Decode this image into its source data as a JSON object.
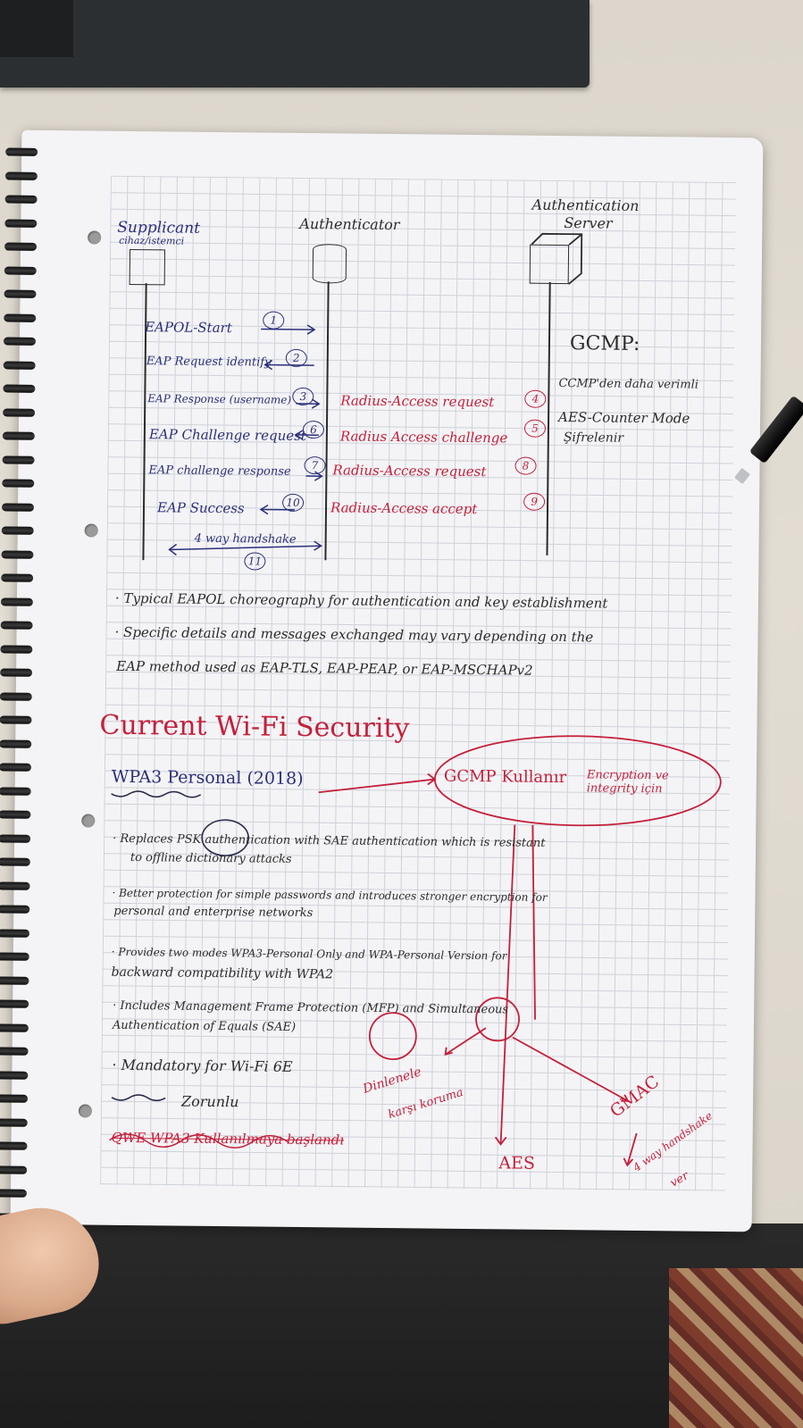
{
  "diagram": {
    "participants": {
      "supplicant": "Supplicant",
      "supplicant_sub": "cihaz/istemci",
      "authenticator": "Authenticator",
      "server_line1": "Authentication",
      "server_line2": "Server"
    },
    "steps_left": [
      "EAPOL-Start",
      "EAP Request identify",
      "EAP Response (username)",
      "EAP Challenge request",
      "EAP challenge response",
      "EAP Success"
    ],
    "steps_right": [
      "Radius-Access request",
      "Radius Access challenge",
      "Radius-Access request",
      "Radius-Access accept"
    ],
    "step_numbers": [
      "1",
      "2",
      "3",
      "4",
      "5",
      "6",
      "7",
      "8",
      "9",
      "10",
      "11"
    ],
    "handshake": "4 way handshake"
  },
  "gcmp": {
    "title": "GCMP:",
    "line1": "CCMP'den daha verimli",
    "line2": "AES-Counter Mode",
    "line3": "Şifrelenir"
  },
  "notes": {
    "bullet1": "· Typical EAPOL choreography for authentication and key establishment",
    "bullet2": "· Specific details and messages exchanged may vary depending on the",
    "bullet3": "EAP method used as EAP-TLS, EAP-PEAP, or EAP-MSCHAPv2"
  },
  "section": {
    "title": "Current Wi-Fi Security",
    "subtitle": "WPA3 Personal (2018)",
    "gcmp_bubble": "GCMP Kullanır",
    "encryption": "Encryption ve integrity için"
  },
  "wpa3_bullets": [
    "· Replaces PSK authentication with SAE authentication which is resistant",
    "to offline dictionary attacks",
    "· Better protection for simple passwords and introduces stronger encryption for",
    "personal and enterprise networks",
    "· Provides two modes WPA3-Personal Only and WPA-Personal Version for",
    "backward compatibility with WPA2",
    "· Includes Management Frame Protection (MFP) and Simultaneous",
    "Authentication of Equals (SAE)",
    "· Mandatory for Wi-Fi 6E",
    "Zorunlu",
    "QWE WPA3 Kullanılmaya başlandı"
  ],
  "annotations": {
    "dinlenele": "Dinlenele",
    "karsi": "karşı koruma",
    "aes": "AES",
    "gmac": "GMAC",
    "four_way": "4 way handshake",
    "ver": "ver"
  }
}
